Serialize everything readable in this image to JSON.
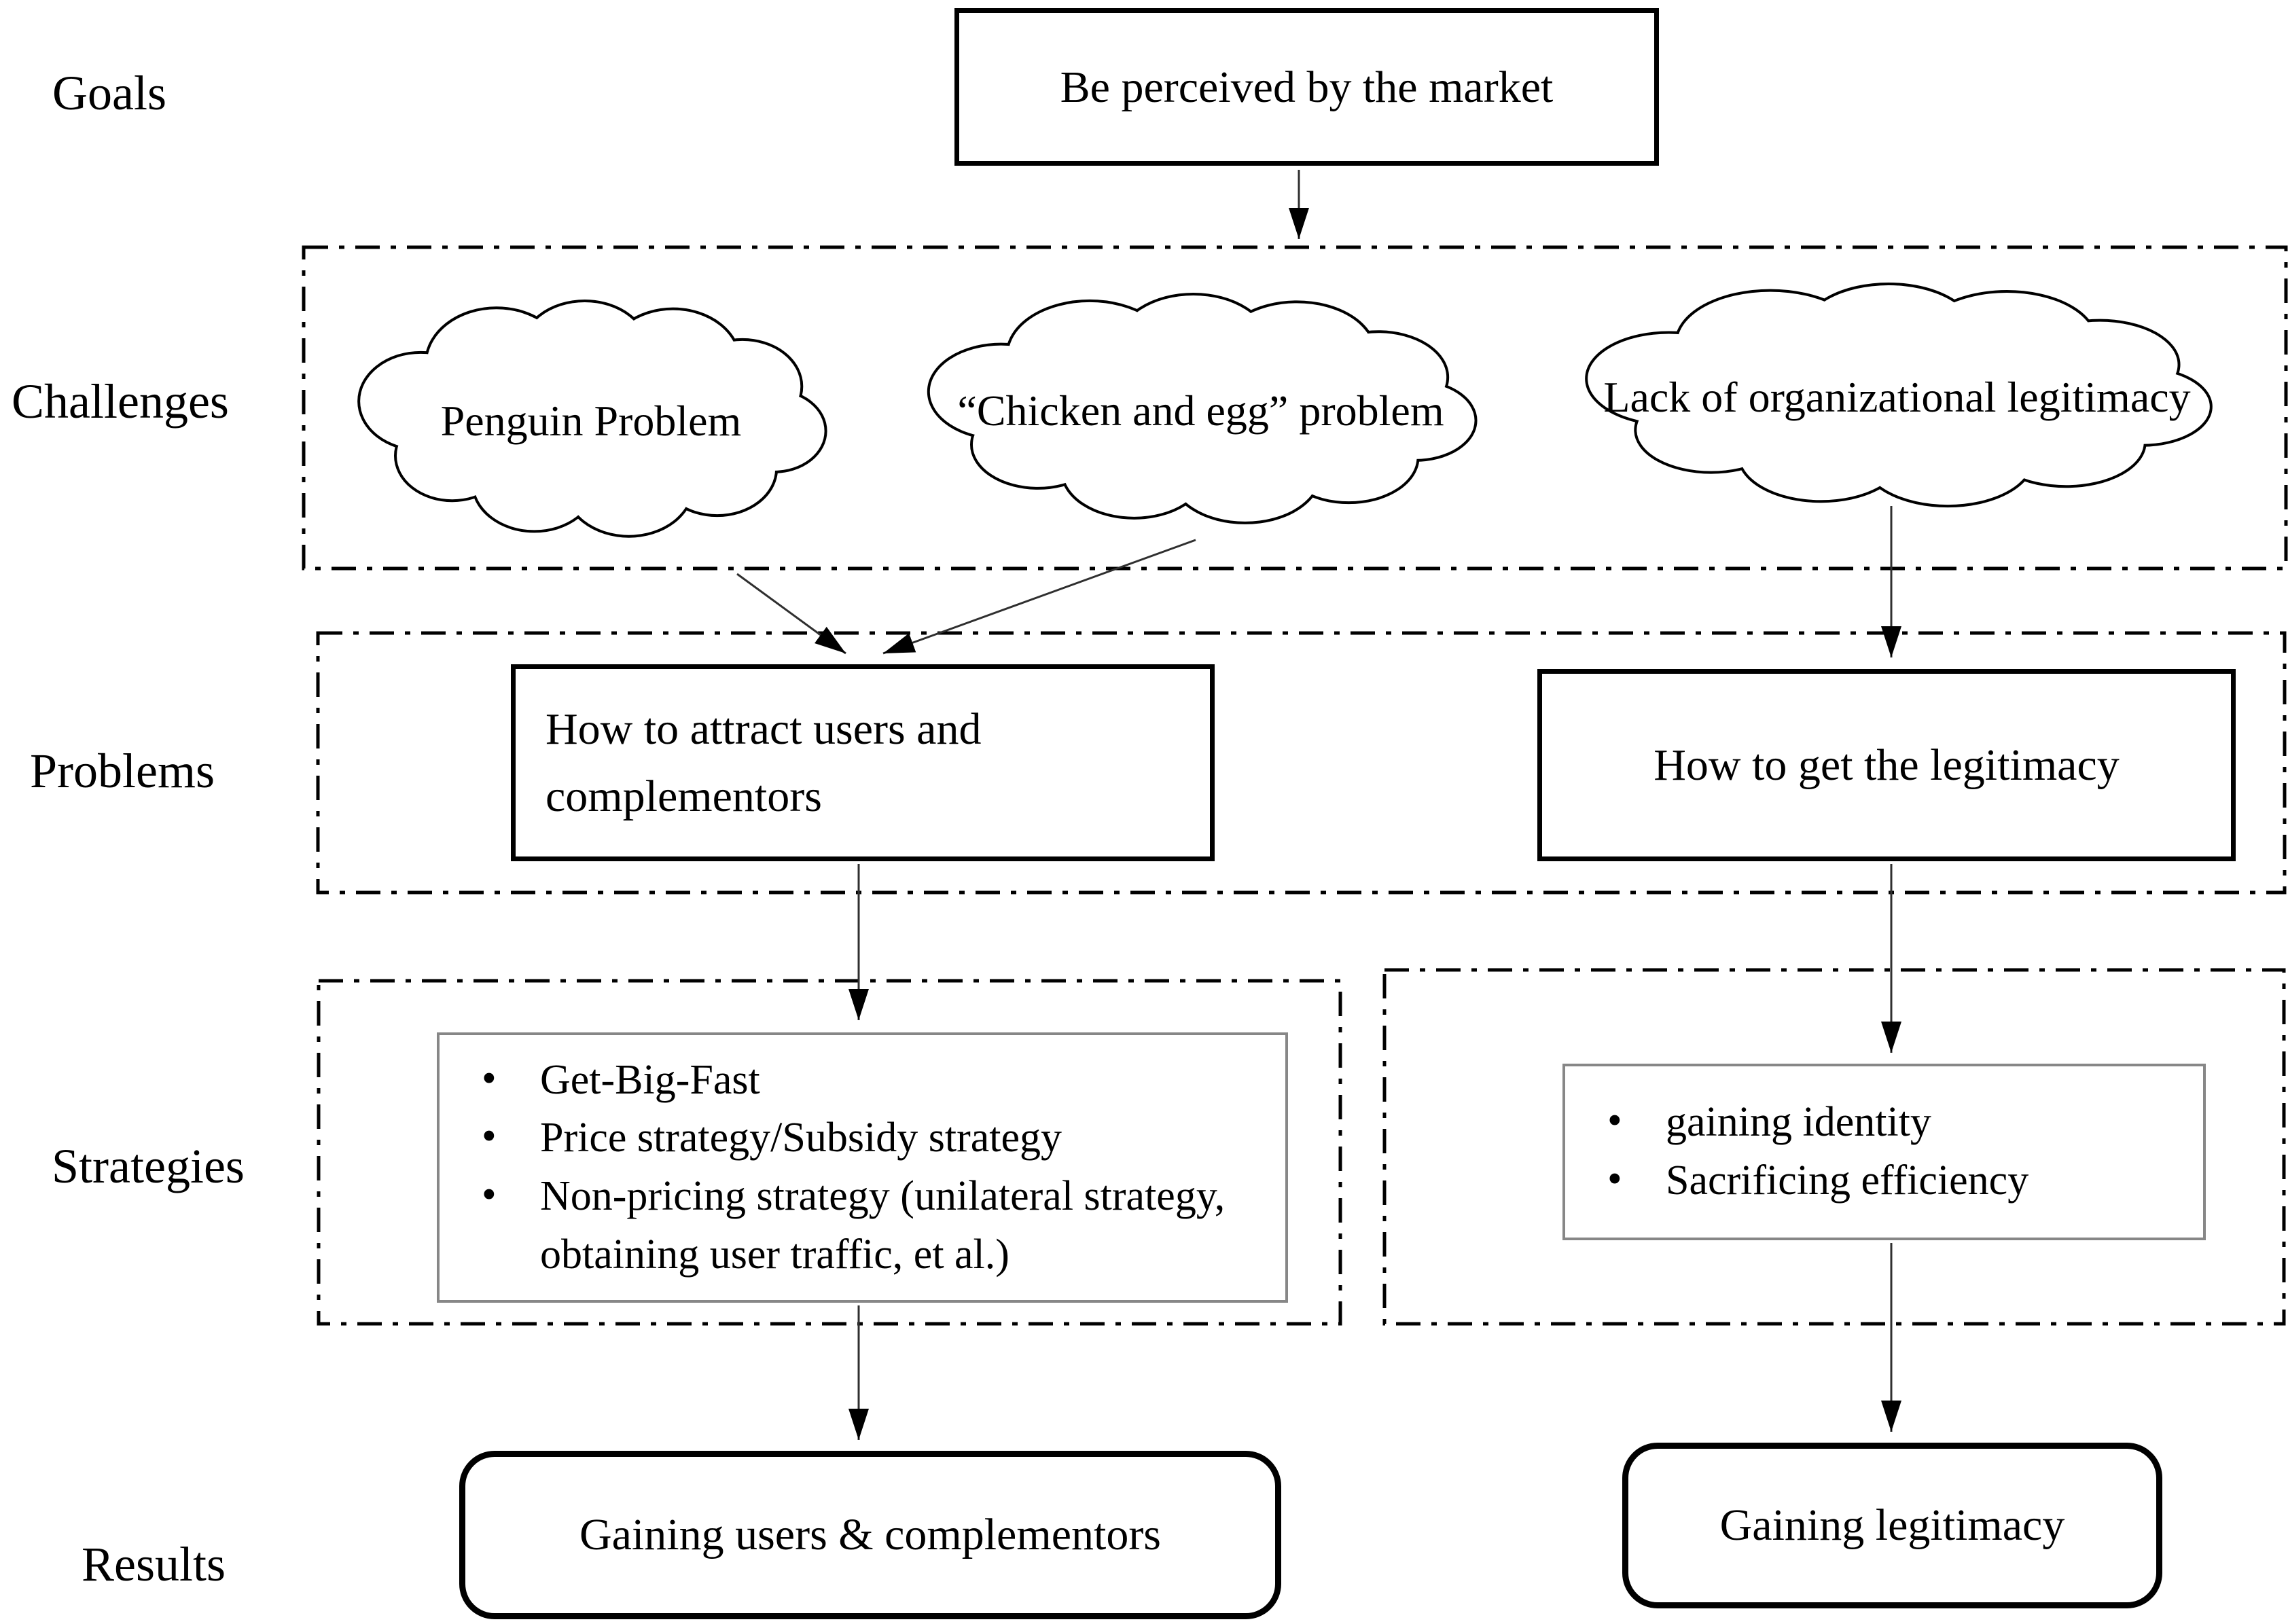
{
  "labels": {
    "goals": "Goals",
    "challenges": "Challenges",
    "problems": "Problems",
    "strategies": "Strategies",
    "results": "Results"
  },
  "goal": {
    "text": "Be perceived by the market"
  },
  "challenges": {
    "clouds": [
      {
        "text": "Penguin Problem"
      },
      {
        "text": "“Chicken and egg” problem"
      },
      {
        "text": "Lack of organizational legitimacy"
      }
    ]
  },
  "problems": {
    "left": "How to attract users and complementors",
    "right": "How to get the legitimacy"
  },
  "strategies": {
    "left_items": [
      "Get-Big-Fast",
      "Price strategy/Subsidy strategy",
      "Non-pricing strategy (unilateral strategy, obtaining user traffic, et al.)"
    ],
    "right_items": [
      "gaining identity",
      "Sacrificing efficiency"
    ]
  },
  "results": {
    "left": "Gaining users & complementors",
    "right": "Gaining legitimacy"
  },
  "colors": {
    "ink": "#000000",
    "connector": "#2f2f2f",
    "inner_box_border": "#878787"
  }
}
